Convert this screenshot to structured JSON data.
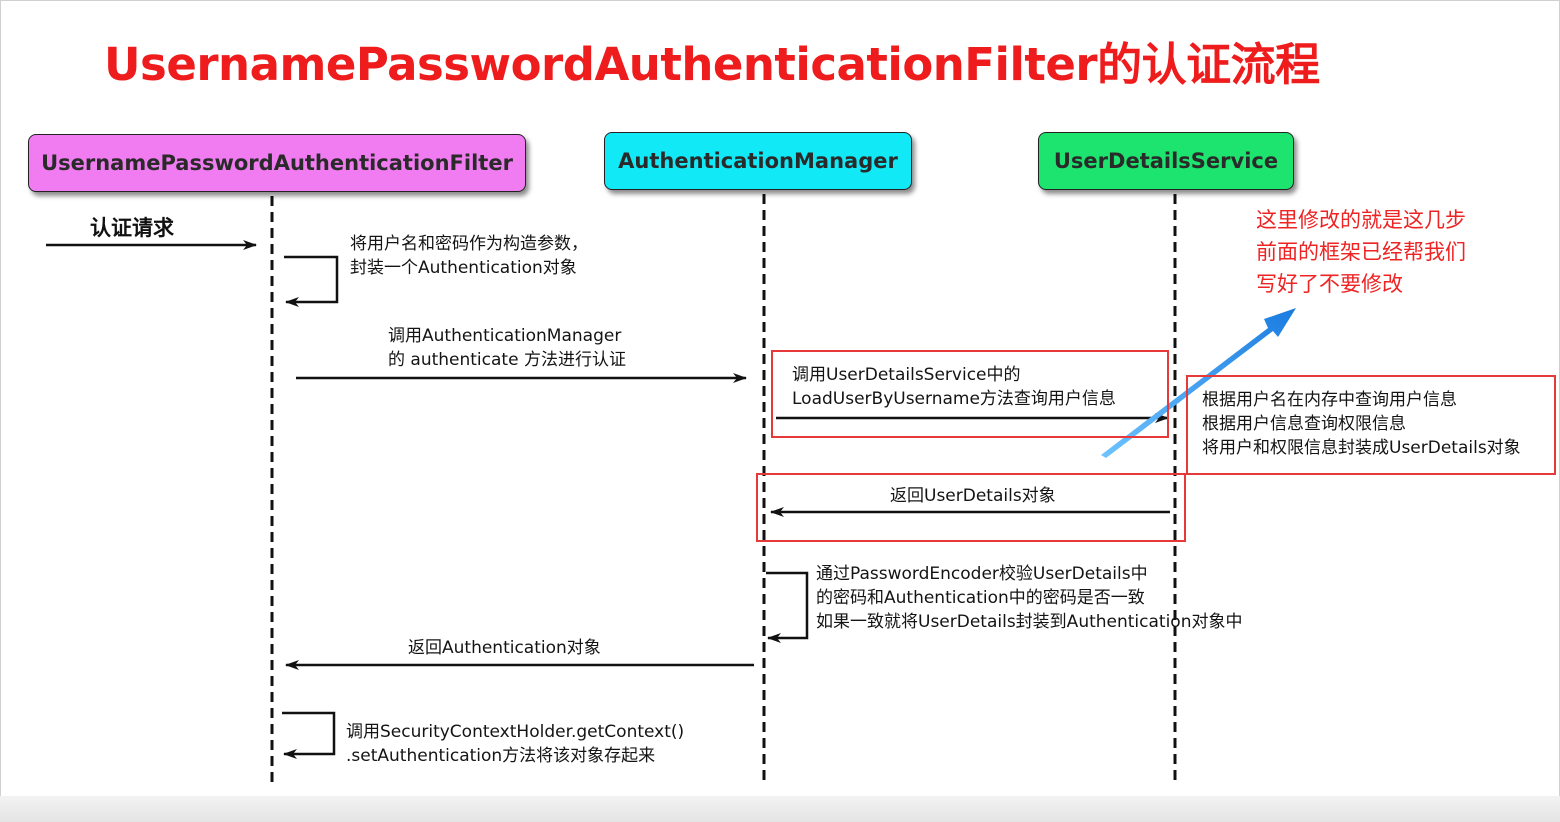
{
  "title": "UsernamePasswordAuthenticationFilter的认证流程",
  "actors": [
    {
      "name": "UsernamePasswordAuthenticationFilter",
      "color": "#f17cf1"
    },
    {
      "name": "AuthenticationManager",
      "color": "#11e9f6"
    },
    {
      "name": "UserDetailsService",
      "color": "#1ce46e"
    }
  ],
  "request_label": "认证请求",
  "messages": {
    "m1": [
      "将用户名和密码作为构造参数，",
      "封装一个Authentication对象"
    ],
    "m2": [
      "调用AuthenticationManager",
      "的 authenticate 方法进行认证"
    ],
    "m3": [
      "调用UserDetailsService中的",
      "LoadUserByUsername方法查询用户信息"
    ],
    "m4": [
      "根据用户名在内存中查询用户信息",
      "根据用户信息查询权限信息",
      "将用户和权限信息封装成UserDetails对象"
    ],
    "m5": "返回UserDetails对象",
    "m6": [
      "通过PasswordEncoder校验UserDetails中",
      "的密码和Authentication中的密码是否一致",
      "如果一致就将UserDetails封装到Authentication对象中"
    ],
    "m7": "返回Authentication对象",
    "m8": [
      "调用SecurityContextHolder.getContext()",
      ".setAuthentication方法将该对象存起来"
    ]
  },
  "annotation": [
    "这里修改的就是这几步",
    "前面的框架已经帮我们",
    "写好了不要修改"
  ],
  "colors": {
    "title": "#ee1c1c",
    "highlight_box": "#e63a3a",
    "annotation": "#ee2323",
    "pointer_arrow": "#2a8ff0"
  }
}
